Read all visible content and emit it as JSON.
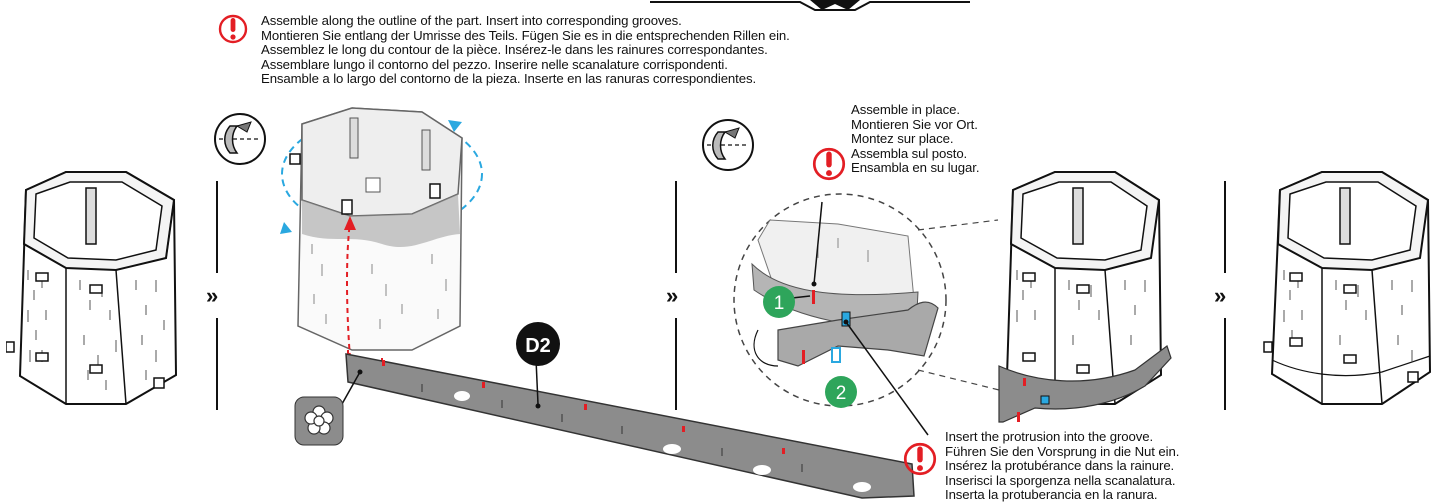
{
  "header": {
    "instruction_lines": [
      "Assemble along the outline of the part. Insert into corresponding grooves.",
      "Montieren Sie entlang der Umrisse des Teils. Fügen Sie es in die entsprechenden Rillen ein.",
      "Assemblez le long du contour de la pièce. Insérez-le dans les rainures correspondantes.",
      "Assemblare lungo il contorno del pezzo. Inserire nelle scanalature corrispondenti.",
      "Ensamble a lo largo del contorno de la pieza. Inserte en las ranuras correspondientes."
    ]
  },
  "step_in_place": {
    "lines": [
      "Assemble in place.",
      "Montieren Sie vor Ort.",
      "Montez sur place.",
      "Assembla sul posto.",
      "Ensambla en su lugar."
    ]
  },
  "step_protrusion": {
    "lines": [
      "Insert the protrusion into the groove.",
      "Führen Sie den Vorsprung in die Nut ein.",
      "Insérez la protubérance dans la rainure.",
      "Inserisci la sporgenza nella scanalatura.",
      "Inserta la protuberancia en la ranura."
    ]
  },
  "part_label": "D2",
  "callouts": [
    "1",
    "2"
  ],
  "icons": {
    "warning": "exclamation-circle-icon",
    "rotate": "rotate-icon",
    "flower": "flower-icon",
    "next": "double-chevron-icon"
  },
  "colors": {
    "warning_red": "#e31e24",
    "callout_green": "#2ea55b",
    "dash_blue": "#2aa8e0",
    "part_gray": "#8c8c8c",
    "dark": "#1a1a1a"
  }
}
